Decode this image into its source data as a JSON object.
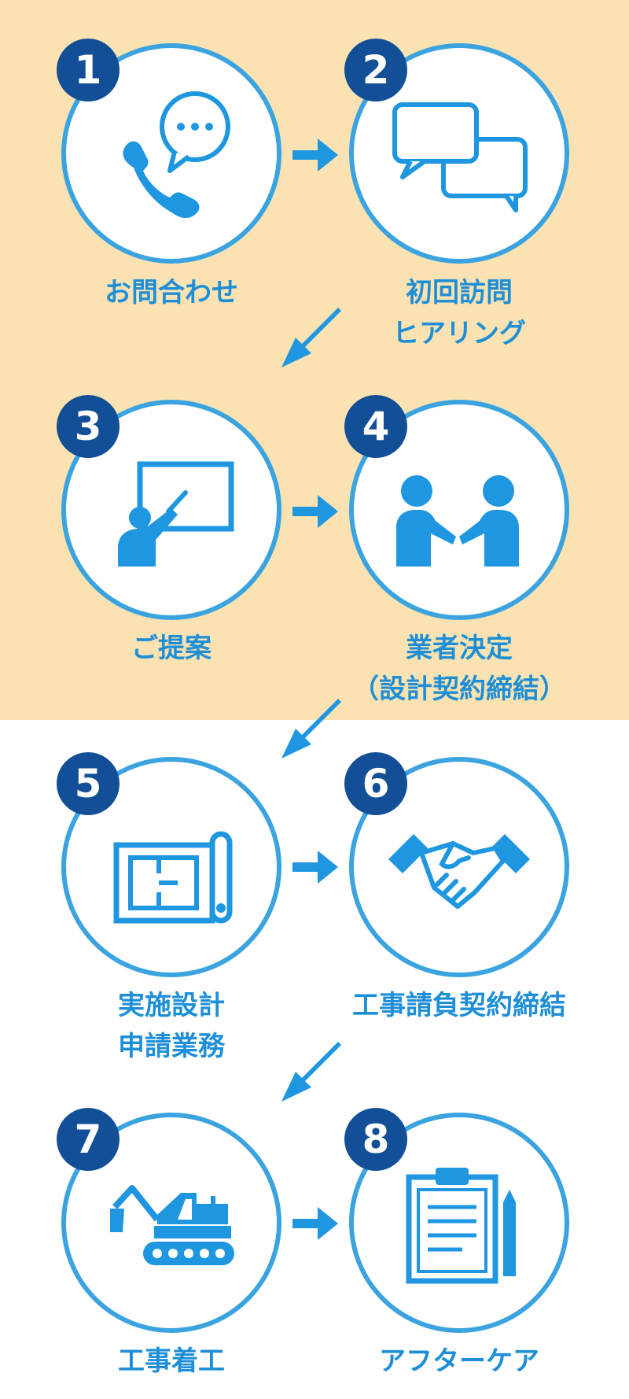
{
  "colors": {
    "band_background": "#fae2b3",
    "circle_border": "#3aa3e0",
    "badge": "#124f96",
    "icon": "#1e97e0",
    "label": "#1e8fd7"
  },
  "steps": [
    {
      "number": "1",
      "icon": "phone-chat-icon",
      "lines": [
        "お問合わせ"
      ]
    },
    {
      "number": "2",
      "icon": "speech-bubbles-icon",
      "lines": [
        "初回訪問",
        "ヒアリング"
      ]
    },
    {
      "number": "3",
      "icon": "presentation-icon",
      "lines": [
        "ご提案"
      ]
    },
    {
      "number": "4",
      "icon": "meeting-people-icon",
      "lines": [
        "業者決定",
        "（設計契約締結）"
      ]
    },
    {
      "number": "5",
      "icon": "blueprint-icon",
      "lines": [
        "実施設計",
        "申請業務"
      ]
    },
    {
      "number": "6",
      "icon": "handshake-icon",
      "lines": [
        "工事請負契約締結"
      ]
    },
    {
      "number": "7",
      "icon": "excavator-icon",
      "lines": [
        "工事着工"
      ]
    },
    {
      "number": "8",
      "icon": "clipboard-icon",
      "lines": [
        "アフターケア"
      ]
    }
  ]
}
